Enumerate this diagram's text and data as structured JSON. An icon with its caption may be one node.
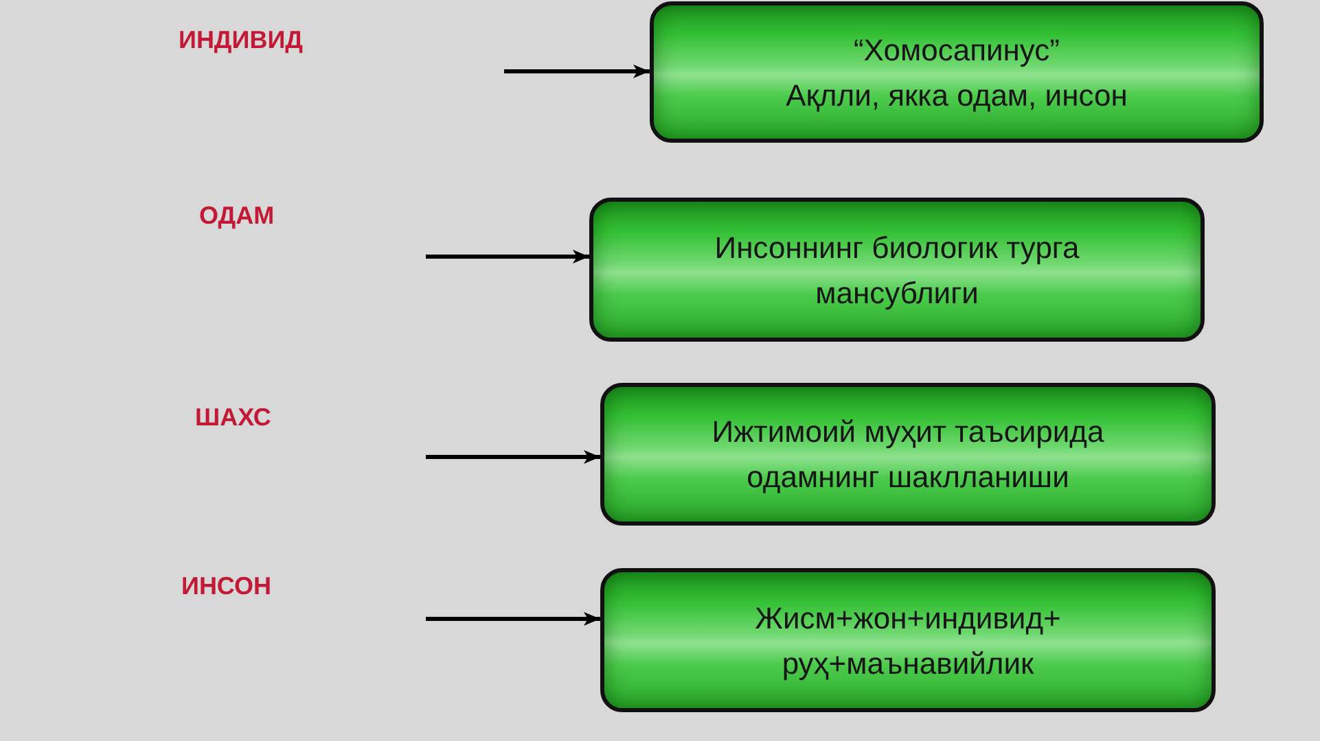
{
  "diagram": {
    "nodes": [
      {
        "text": [
          "“Хомосапинус”",
          "Ақлли, якка одам, инсон"
        ]
      },
      {
        "text": [
          "Инсоннинг биологик турга мансублиги"
        ]
      },
      {
        "text": [
          "Ижтимоий муҳит таъсирида одамнинг шаклланиши"
        ]
      },
      {
        "text": [
          "Жисм+жон+индивид+ руҳ+маънавийлик"
        ]
      }
    ],
    "edges": [
      {
        "from": null,
        "to": 0,
        "arrow": "to"
      },
      {
        "from": null,
        "to": 1,
        "arrow": "to"
      },
      {
        "from": null,
        "to": 2,
        "arrow": "to"
      },
      {
        "from": null,
        "to": 3,
        "arrow": "to"
      }
    ],
    "labels": [
      "ИНДИВИД",
      "ОДАМ",
      "ШАХС",
      "ИНСОН"
    ]
  }
}
